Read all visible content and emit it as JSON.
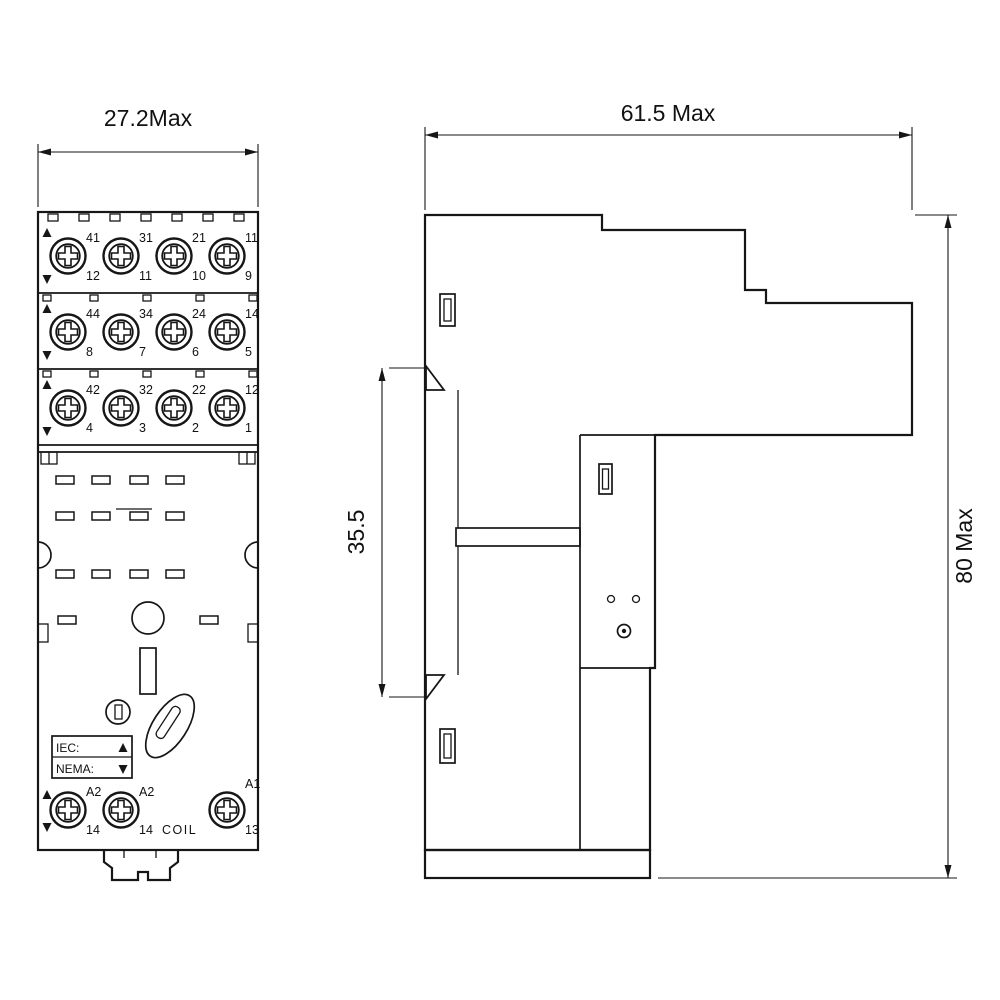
{
  "front_view": {
    "width_dim": "27.2Max",
    "terminal_rows": [
      {
        "top": [
          "41",
          "31",
          "21",
          "11"
        ],
        "bottom": [
          "12",
          "11",
          "10",
          "9"
        ]
      },
      {
        "top": [
          "44",
          "34",
          "24",
          "14"
        ],
        "bottom": [
          "8",
          "7",
          "6",
          "5"
        ]
      },
      {
        "top": [
          "42",
          "32",
          "22",
          "12"
        ],
        "bottom": [
          "4",
          "3",
          "2",
          "1"
        ]
      }
    ],
    "standards_box": {
      "iec": "IEC:",
      "nema": "NEMA:"
    },
    "coil_row": {
      "top": [
        "A2",
        "A2",
        "A1"
      ],
      "bottom": [
        "14",
        "14",
        "13"
      ],
      "coil_label": "COIL"
    }
  },
  "side_view": {
    "width_dim": "61.5 Max",
    "height_dim": "80 Max",
    "clip_span_dim": "35.5"
  },
  "icons": {
    "triangle_up_marker": "▲",
    "triangle_down_marker": "▼"
  },
  "colors": {
    "line": "#161616",
    "background": "#ffffff"
  }
}
